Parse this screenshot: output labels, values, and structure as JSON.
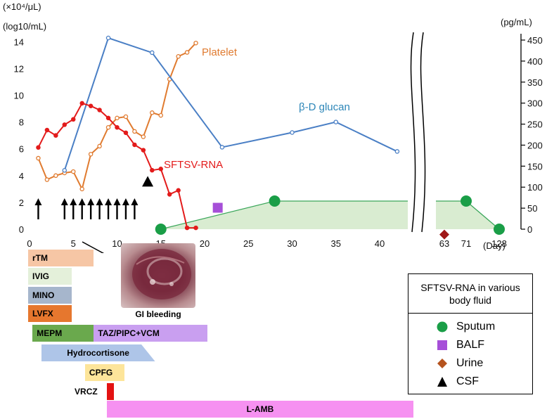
{
  "chart_data": {
    "type": "line",
    "y_left_units": [
      "(×10⁴/μL)",
      "(log10/mL)"
    ],
    "y_right_units": "(pg/mL)",
    "x_unit": "(Day)",
    "x_ticks": [
      "0",
      "5",
      "10",
      "15",
      "20",
      "25",
      "30",
      "35",
      "40"
    ],
    "x_ticks_after_break": [
      "63",
      "71",
      "128"
    ],
    "y_left_ticks": [
      "0",
      "2",
      "4",
      "6",
      "8",
      "10",
      "12",
      "14"
    ],
    "y_right_ticks": [
      "0",
      "50",
      "100",
      "150",
      "200",
      "250",
      "300",
      "350",
      "400",
      "450"
    ],
    "ylim_left": [
      0,
      14
    ],
    "ylim_right": [
      0,
      450
    ],
    "axis_break_between_days": [
      42,
      63
    ],
    "series": [
      {
        "name": "Platelet",
        "axis": "left",
        "color": "#e07b30",
        "points": [
          [
            1,
            5.3
          ],
          [
            2,
            3.7
          ],
          [
            3,
            4.0
          ],
          [
            4,
            4.2
          ],
          [
            5,
            4.3
          ],
          [
            6,
            3.0
          ],
          [
            7,
            5.6
          ],
          [
            8,
            6.2
          ],
          [
            9,
            7.6
          ],
          [
            10,
            8.3
          ],
          [
            11,
            8.4
          ],
          [
            12,
            7.3
          ],
          [
            13,
            6.9
          ],
          [
            14,
            8.7
          ],
          [
            15,
            8.5
          ],
          [
            16,
            11.2
          ],
          [
            17,
            12.9
          ],
          [
            18,
            13.2
          ],
          [
            19,
            13.9
          ]
        ]
      },
      {
        "name": "β-D glucan",
        "axis": "right",
        "color": "#4a7fc5",
        "points": [
          [
            4,
            140
          ],
          [
            9,
            455
          ],
          [
            14,
            420
          ],
          [
            22,
            195
          ],
          [
            30,
            230
          ],
          [
            35,
            255
          ],
          [
            42,
            185
          ]
        ]
      },
      {
        "name": "SFTSV-RNA",
        "axis": "left",
        "color": "#e31b1b",
        "points": [
          [
            1,
            6.1
          ],
          [
            2,
            7.4
          ],
          [
            3,
            7.0
          ],
          [
            4,
            7.8
          ],
          [
            5,
            8.2
          ],
          [
            6,
            9.4
          ],
          [
            7,
            9.2
          ],
          [
            8,
            8.9
          ],
          [
            9,
            8.3
          ],
          [
            10,
            7.6
          ],
          [
            11,
            7.2
          ],
          [
            12,
            6.3
          ],
          [
            13,
            5.9
          ],
          [
            14,
            4.4
          ],
          [
            15,
            4.5
          ],
          [
            16,
            2.6
          ],
          [
            17,
            2.9
          ],
          [
            18,
            0.1
          ],
          [
            19,
            0.1
          ]
        ]
      }
    ],
    "sputum_band": {
      "color": "#d9ecd1",
      "points": [
        [
          15,
          0
        ],
        [
          28,
          2.1
        ],
        [
          63,
          2.1
        ],
        [
          71,
          2.1
        ],
        [
          128,
          0
        ]
      ]
    },
    "markers": [
      {
        "kind": "Sputum",
        "shape": "circle",
        "color": "#1a9e47",
        "x": 15,
        "y": 0
      },
      {
        "kind": "Sputum",
        "shape": "circle",
        "color": "#1a9e47",
        "x": 28,
        "y": 2.1
      },
      {
        "kind": "Sputum",
        "shape": "circle",
        "color": "#1a9e47",
        "x": 71,
        "y": 2.1
      },
      {
        "kind": "Sputum",
        "shape": "circle",
        "color": "#1a9e47",
        "x": 128,
        "y": 0
      },
      {
        "kind": "BALF",
        "shape": "square",
        "color": "#a64fd8",
        "x": 21.5,
        "y": 1.6
      },
      {
        "kind": "CSF",
        "shape": "triangle",
        "color": "#000000",
        "x": 13.5,
        "y": 3.5
      },
      {
        "kind": "Urine",
        "shape": "diamond",
        "color": "#a01818",
        "x": 63,
        "y": -0.4
      }
    ],
    "arrow_days": [
      1,
      4,
      5,
      6,
      7,
      8,
      9,
      10,
      11,
      12
    ],
    "labels": {
      "platelet": "Platelet",
      "glucan": "β-D glucan",
      "sftsv": "SFTSV-RNA"
    }
  },
  "drugs": [
    {
      "name": "rTM",
      "start": 0,
      "end": 7.5,
      "color": "#f6c6a5"
    },
    {
      "name": "IVIG",
      "start": 0,
      "end": 5,
      "color": "#e4f0da"
    },
    {
      "name": "MINO",
      "start": 0,
      "end": 5,
      "color": "#a6b6cc"
    },
    {
      "name": "LVFX",
      "start": 0,
      "end": 5,
      "color": "#e6772e"
    },
    {
      "name": "MEPM",
      "start": 0.5,
      "end": 7.5,
      "color": "#6aa94d"
    },
    {
      "name": "TAZ/PIPC+VCM",
      "start": 7.5,
      "end": 20.5,
      "color": "#c99ff0"
    },
    {
      "name": "Hydrocortisone",
      "start": 1.5,
      "end": 14.5,
      "color": "#aec5e8"
    },
    {
      "name": "CPFG",
      "start": 6.5,
      "end": 11,
      "color": "#fde59a"
    },
    {
      "name": "VRCZ",
      "start": 9,
      "end": 10,
      "color": "#e31212"
    },
    {
      "name": "L-AMB",
      "start": 9,
      "end": 44,
      "color": "#f691f1"
    }
  ],
  "photo_caption": "GI bleeding",
  "legend": {
    "title": "SFTSV-RNA in various body fluid",
    "items": [
      {
        "label": "Sputum",
        "shape": "circle",
        "color": "#1a9e47"
      },
      {
        "label": "BALF",
        "shape": "square",
        "color": "#a64fd8"
      },
      {
        "label": "Urine",
        "shape": "diamond",
        "color": "#b5531e"
      },
      {
        "label": "CSF",
        "shape": "triangle",
        "color": "#000000"
      }
    ]
  }
}
